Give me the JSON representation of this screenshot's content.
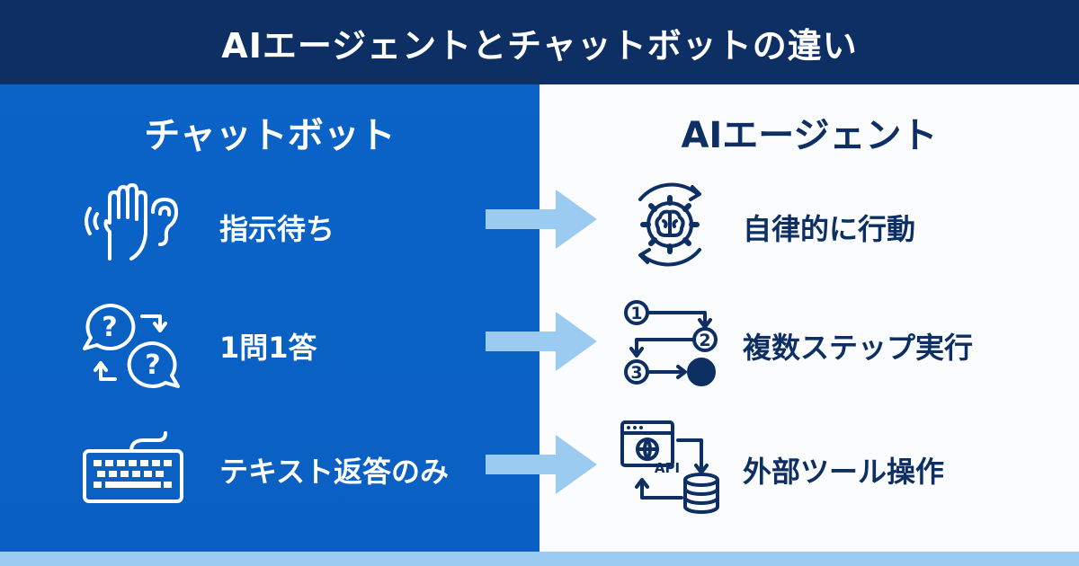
{
  "header": {
    "title": "AIエージェントとチャットボットの違い"
  },
  "colors": {
    "header_bg": "#0e2f63",
    "left_bg": "#0b63c7",
    "right_bg": "#fbfcfe",
    "arrow": "#9ccbf2",
    "dark_text": "#0e2f63"
  },
  "left_column": {
    "title": "チャットボット",
    "items": [
      {
        "label": "指示待ち",
        "icon": "raised-hand-listening-icon"
      },
      {
        "label": "1問1答",
        "icon": "question-bubbles-icon"
      },
      {
        "label": "テキスト返答のみ",
        "icon": "keyboard-icon"
      }
    ]
  },
  "right_column": {
    "title": "AIエージェント",
    "items": [
      {
        "label": "自律的に行動",
        "icon": "brain-gear-cycle-icon"
      },
      {
        "label": "複数ステップ実行",
        "icon": "numbered-steps-flow-icon",
        "step_numbers": [
          "1",
          "2",
          "3"
        ]
      },
      {
        "label": "外部ツール操作",
        "icon": "api-database-icon",
        "api_text": "API"
      }
    ]
  }
}
